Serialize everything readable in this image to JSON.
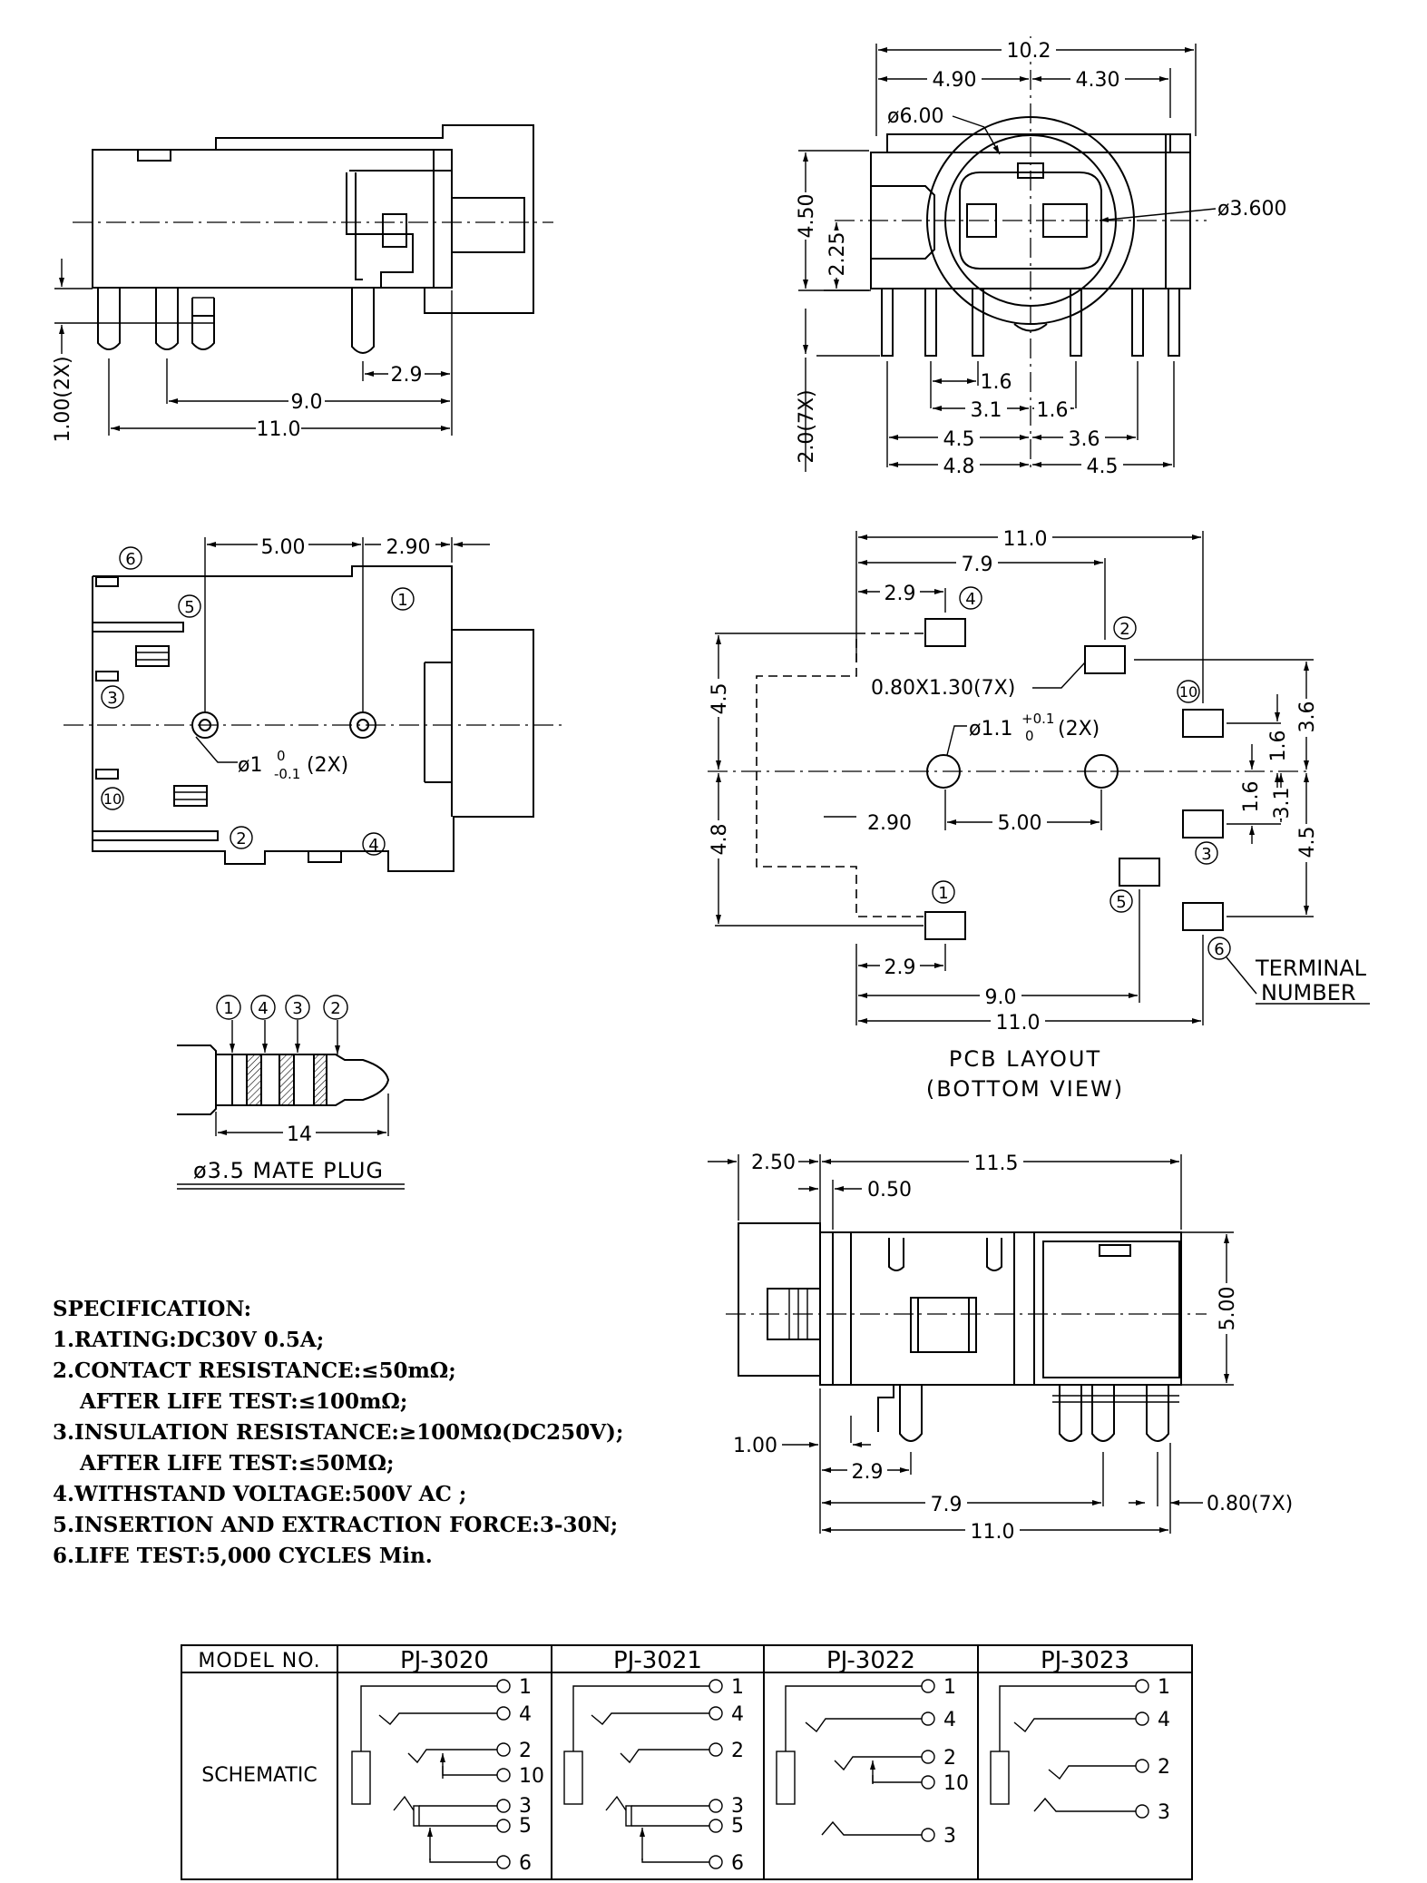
{
  "top_left_dims": {
    "d1": "2.9",
    "d2": "9.0",
    "d3": "11.0",
    "d4": "1.00(2X)"
  },
  "top_right_dims": {
    "overall": "10.2",
    "left": "4.90",
    "right": "4.30",
    "outer_dia": "ø6.00",
    "inner_dia": "ø3.600",
    "height": "4.50",
    "half_height": "2.25",
    "pin_len": "2.0(7X)",
    "p1": "1.6",
    "p2": "3.1",
    "p3": "1.6",
    "p4": "4.5",
    "p5": "3.6",
    "p6": "4.8",
    "p7": "4.5"
  },
  "middle_left": {
    "d1": "5.00",
    "d2": "2.90",
    "hole": "ø1",
    "hole_tol_top": "0",
    "hole_tol_bottom": "-0.1",
    "hole_count": "(2X)",
    "terminals": [
      "6",
      "5",
      "1",
      "3",
      "10",
      "2",
      "4"
    ]
  },
  "pcb_layout": {
    "overall": "11.0",
    "d79": "7.9",
    "d29": "2.9",
    "pad_size": "0.80X1.30(7X)",
    "hole": "ø1.1",
    "hole_tol_top": "+0.1",
    "hole_tol_bottom": "0",
    "hole_count": "(2X)",
    "h45": "4.5",
    "h48": "4.8",
    "h36": "3.6",
    "h16a": "1.6",
    "h16b": "1.6",
    "h31": "3.1",
    "h45b": "4.5",
    "d290": "2.90",
    "d500": "5.00",
    "d29b": "2.9",
    "d90": "9.0",
    "d110b": "11.0",
    "terminals": [
      "4",
      "2",
      "10",
      "3",
      "5",
      "1",
      "6"
    ],
    "terminal_label_1": "TERMINAL",
    "terminal_label_2": "NUMBER",
    "caption_1": "PCB LAYOUT",
    "caption_2": "(BOTTOM VIEW)"
  },
  "mate_plug": {
    "numbers": [
      "1",
      "4",
      "3",
      "2"
    ],
    "length": "14",
    "caption": "ø3.5 MATE PLUG"
  },
  "side_view": {
    "d250": "2.50",
    "d115": "11.5",
    "d050": "0.50",
    "d500": "5.00",
    "d100": "1.00",
    "d29": "2.9",
    "d79": "7.9",
    "d080": "0.80(7X)",
    "d110": "11.0"
  },
  "specification": {
    "title": "SPECIFICATION:",
    "lines": [
      "1.RATING:DC30V 0.5A;",
      "2.CONTACT RESISTANCE:≤50mΩ;",
      "AFTER LIFE TEST:≤100mΩ;",
      "3.INSULATION RESISTANCE:≥100MΩ(DC250V);",
      "AFTER LIFE TEST:≤50MΩ;",
      "4.WITHSTAND VOLTAGE:500V AC ;",
      "5.INSERTION AND EXTRACTION FORCE:3-30N;",
      "6.LIFE TEST:5,000 CYCLES Min."
    ]
  },
  "model_table": {
    "col_header": "MODEL NO.",
    "row_header": "SCHEMATIC",
    "models": [
      {
        "name": "PJ-3020",
        "pins": [
          "1",
          "4",
          "2",
          "10",
          "3",
          "5",
          "6"
        ]
      },
      {
        "name": "PJ-3021",
        "pins": [
          "1",
          "4",
          "2",
          "3",
          "5",
          "6"
        ]
      },
      {
        "name": "PJ-3022",
        "pins": [
          "1",
          "4",
          "2",
          "10",
          "3"
        ]
      },
      {
        "name": "PJ-3023",
        "pins": [
          "1",
          "4",
          "2",
          "3"
        ]
      }
    ]
  }
}
